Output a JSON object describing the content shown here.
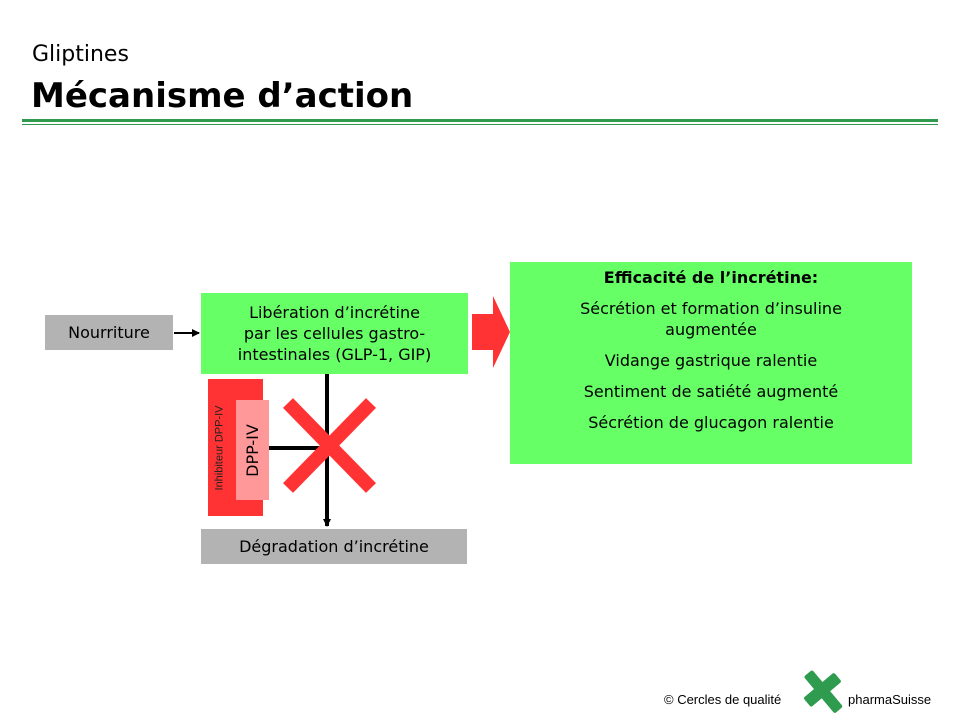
{
  "header": {
    "subtitle": "Gliptines",
    "title": "Mécanisme d’action"
  },
  "diagram": {
    "food": "Nourriture",
    "release": [
      "Libération d’incrétine",
      "par les cellules gastro-",
      "intestinales (GLP-1, GIP)"
    ],
    "degradation": "Dégradation d’incrétine",
    "enzyme": "DPP-IV",
    "inhibitor": "Inhibiteur DPP-IV",
    "efficacy": {
      "heading": "Efficacité de l’incrétine:",
      "effects": [
        "Sécrétion et formation d’insuline augmentée",
        "Vidange gastrique ralentie",
        "Sentiment de satiété augmenté",
        "Sécrétion de glucagon ralentie"
      ]
    },
    "colors": {
      "effect_box": "#66ff66",
      "neutral_box": "#b3b3b3",
      "inhibitor": "#ff3333",
      "enzyme_box": "#ff9999",
      "block_cross": "#ff3333",
      "arrow": "#ff3333"
    }
  },
  "footer": {
    "copyright": "© Cercles de qualité",
    "brand": "pharmaSuisse",
    "logo_icon": "pharmasuisse-cross-logo"
  }
}
